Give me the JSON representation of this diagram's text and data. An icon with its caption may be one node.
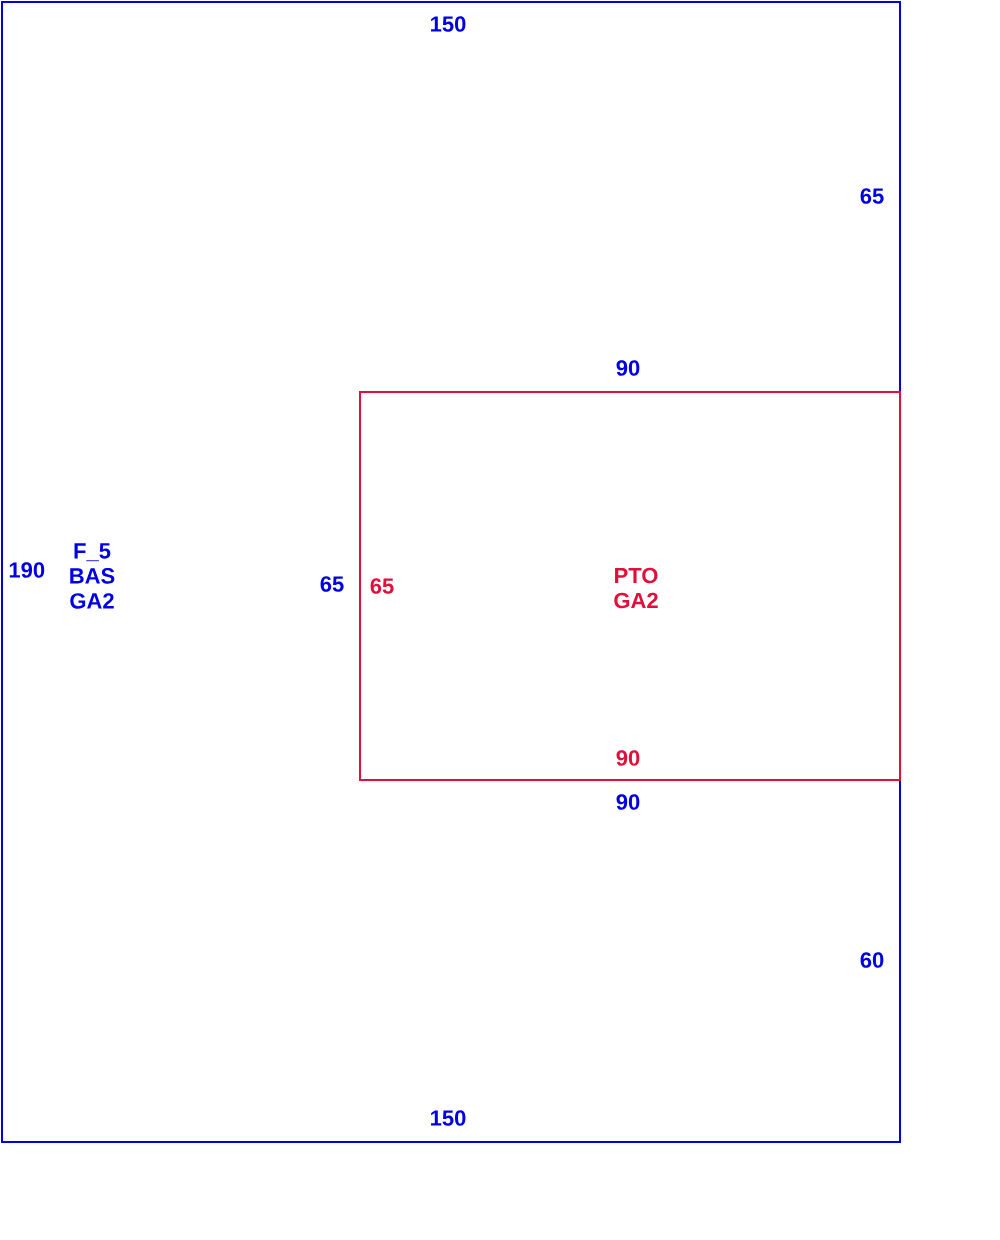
{
  "diagram": {
    "nodes": [
      {
        "text": [
          "F_5 BAS GA2"
        ]
      },
      {
        "text": [
          "PTO GA2"
        ],
        "in": 0
      }
    ],
    "labels": [
      "150",
      "65",
      "90",
      "190",
      "65",
      "65",
      "90",
      "90",
      "60",
      "150"
    ]
  }
}
